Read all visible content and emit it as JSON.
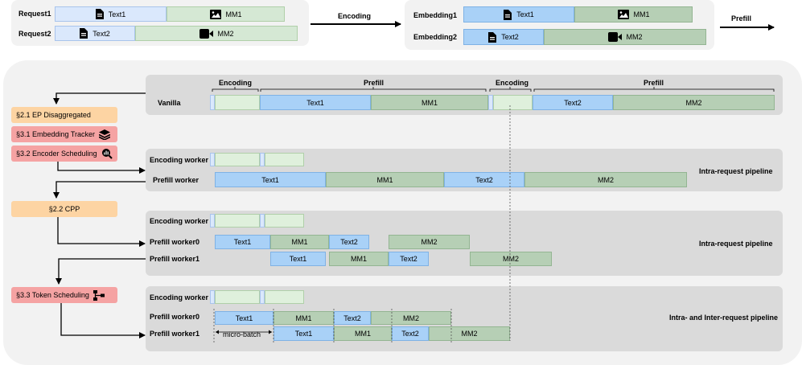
{
  "requests": {
    "r1_label": "Request1",
    "r2_label": "Request2",
    "r1_text": "Text1",
    "r1_mm": "MM1",
    "r2_text": "Text2",
    "r2_mm": "MM2"
  },
  "encoding_arrow_label": "Encoding",
  "embeddings": {
    "e1_label": "Embedding1",
    "e2_label": "Embedding2",
    "e1_text": "Text1",
    "e1_mm": "MM1",
    "e2_text": "Text2",
    "e2_mm": "MM2"
  },
  "prefill_arrow_label": "Prefill",
  "sections": {
    "s21": "§2.1 EP Disaggregated",
    "s31": "§3.1 Embedding Tracker",
    "s32": "§3.2 Encoder Scheduling",
    "s22": "§2.2 CPP",
    "s33": "§3.3 Token Scheduling"
  },
  "vanilla": {
    "label": "Vanilla",
    "phase_encoding_1": "Encoding",
    "phase_prefill_1": "Prefill",
    "phase_encoding_2": "Encoding",
    "phase_prefill_2": "Prefill",
    "text1": "Text1",
    "mm1": "MM1",
    "text2": "Text2",
    "mm2": "MM2"
  },
  "pipeline1": {
    "encoding_worker": "Encoding worker",
    "prefill_worker": "Prefill worker",
    "text1": "Text1",
    "mm1": "MM1",
    "text2": "Text2",
    "mm2": "MM2",
    "caption": "Intra-request pipeline"
  },
  "pipeline2": {
    "encoding_worker": "Encoding worker",
    "prefill_worker0": "Prefill worker0",
    "prefill_worker1": "Prefill worker1",
    "w0_text1": "Text1",
    "w0_mm1": "MM1",
    "w0_text2": "Text2",
    "w0_mm2": "MM2",
    "w1_text1": "Text1",
    "w1_mm1": "MM1",
    "w1_text2": "Text2",
    "w1_mm2": "MM2",
    "caption": "Intra-request pipeline"
  },
  "pipeline3": {
    "encoding_worker": "Encoding worker",
    "prefill_worker0": "Prefill worker0",
    "prefill_worker1": "Prefill worker1",
    "w0_text1": "Text1",
    "w0_mm1": "MM1",
    "w0_text2": "Text2",
    "w0_mm2": "MM2",
    "w1_text1": "Text1",
    "w1_mm1": "MM1",
    "w1_text2": "Text2",
    "w1_mm2": "MM2",
    "micro_batch": "micro-batch",
    "caption": "Intra- and Inter-request pipeline"
  },
  "icons": {
    "document": "document-icon",
    "image": "image-icon",
    "video": "video-camera-icon",
    "layers": "layers-icon",
    "chart_search": "chart-search-icon",
    "network": "network-icon"
  }
}
